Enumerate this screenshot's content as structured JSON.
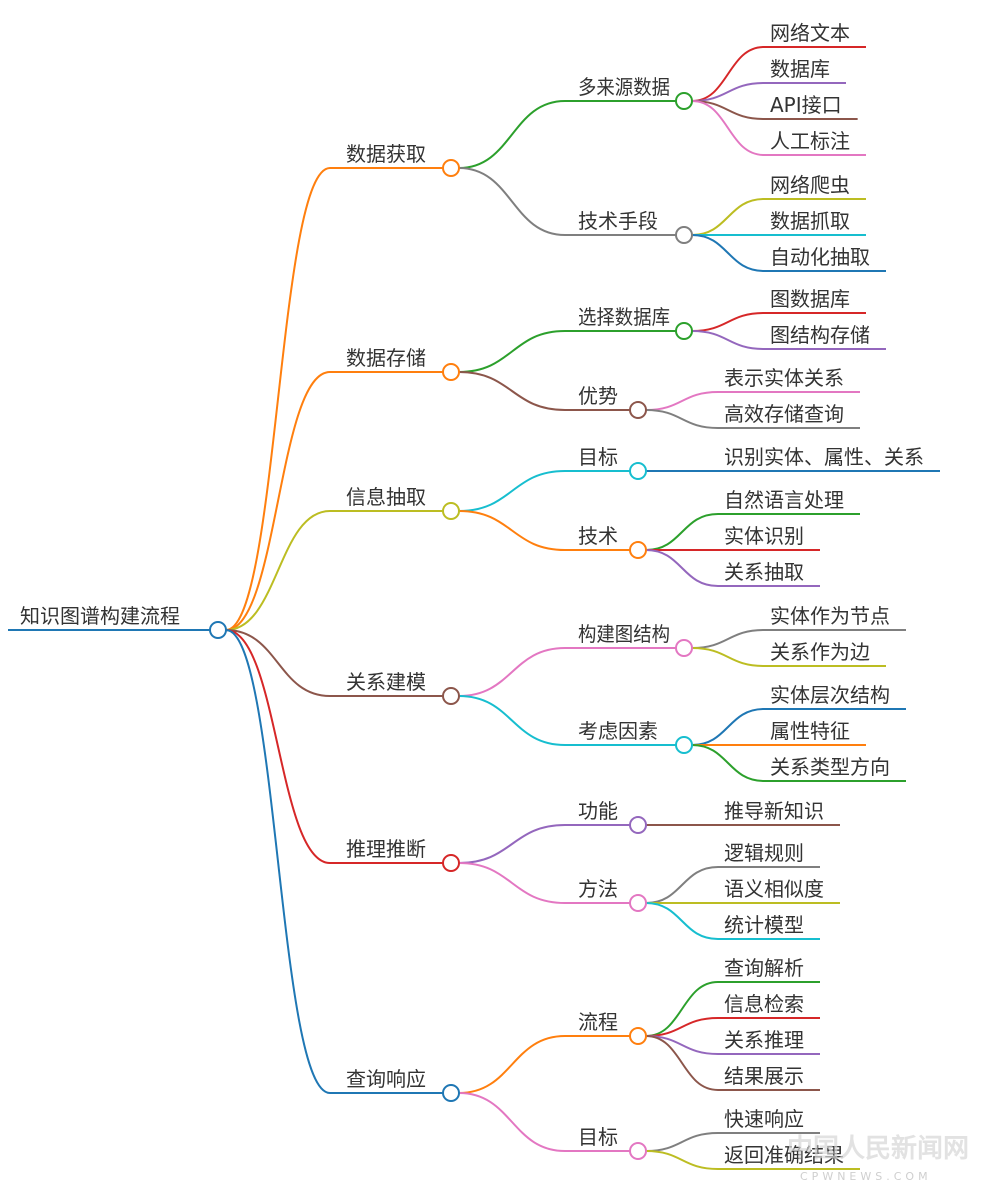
{
  "root": {
    "label": "知识图谱构建流程",
    "color": "#1f77b4"
  },
  "branches": [
    {
      "label": "数据获取",
      "color": "#ff7f0e",
      "children": [
        {
          "label": "多来源数据",
          "color": "#2ca02c",
          "leaves": [
            {
              "label": "网络文本",
              "color": "#d62728"
            },
            {
              "label": "数据库",
              "color": "#9467bd"
            },
            {
              "label": "API接口",
              "color": "#8c564b"
            },
            {
              "label": "人工标注",
              "color": "#e377c2"
            }
          ]
        },
        {
          "label": "技术手段",
          "color": "#7f7f7f",
          "leaves": [
            {
              "label": "网络爬虫",
              "color": "#bcbd22"
            },
            {
              "label": "数据抓取",
              "color": "#17becf"
            },
            {
              "label": "自动化抽取",
              "color": "#1f77b4"
            }
          ]
        }
      ]
    },
    {
      "label": "数据存储",
      "color": "#ff7f0e",
      "children": [
        {
          "label": "选择数据库",
          "color": "#2ca02c",
          "leaves": [
            {
              "label": "图数据库",
              "color": "#d62728"
            },
            {
              "label": "图结构存储",
              "color": "#9467bd"
            }
          ]
        },
        {
          "label": "优势",
          "color": "#8c564b",
          "leaves": [
            {
              "label": "表示实体关系",
              "color": "#e377c2"
            },
            {
              "label": "高效存储查询",
              "color": "#7f7f7f"
            }
          ]
        }
      ]
    },
    {
      "label": "信息抽取",
      "color": "#bcbd22",
      "children": [
        {
          "label": "目标",
          "color": "#17becf",
          "leaves": [
            {
              "label": "识别实体、属性、关系",
              "color": "#1f77b4"
            }
          ]
        },
        {
          "label": "技术",
          "color": "#ff7f0e",
          "leaves": [
            {
              "label": "自然语言处理",
              "color": "#2ca02c"
            },
            {
              "label": "实体识别",
              "color": "#d62728"
            },
            {
              "label": "关系抽取",
              "color": "#9467bd"
            }
          ]
        }
      ]
    },
    {
      "label": "关系建模",
      "color": "#8c564b",
      "children": [
        {
          "label": "构建图结构",
          "color": "#e377c2",
          "leaves": [
            {
              "label": "实体作为节点",
              "color": "#7f7f7f"
            },
            {
              "label": "关系作为边",
              "color": "#bcbd22"
            }
          ]
        },
        {
          "label": "考虑因素",
          "color": "#17becf",
          "leaves": [
            {
              "label": "实体层次结构",
              "color": "#1f77b4"
            },
            {
              "label": "属性特征",
              "color": "#ff7f0e"
            },
            {
              "label": "关系类型方向",
              "color": "#2ca02c"
            }
          ]
        }
      ]
    },
    {
      "label": "推理推断",
      "color": "#d62728",
      "children": [
        {
          "label": "功能",
          "color": "#9467bd",
          "leaves": [
            {
              "label": "推导新知识",
              "color": "#8c564b"
            }
          ]
        },
        {
          "label": "方法",
          "color": "#e377c2",
          "leaves": [
            {
              "label": "逻辑规则",
              "color": "#7f7f7f"
            },
            {
              "label": "语义相似度",
              "color": "#bcbd22"
            },
            {
              "label": "统计模型",
              "color": "#17becf"
            }
          ]
        }
      ]
    },
    {
      "label": "查询响应",
      "color": "#1f77b4",
      "children": [
        {
          "label": "流程",
          "color": "#ff7f0e",
          "leaves": [
            {
              "label": "查询解析",
              "color": "#2ca02c"
            },
            {
              "label": "信息检索",
              "color": "#d62728"
            },
            {
              "label": "关系推理",
              "color": "#9467bd"
            },
            {
              "label": "结果展示",
              "color": "#8c564b"
            }
          ]
        },
        {
          "label": "目标",
          "color": "#e377c2",
          "leaves": [
            {
              "label": "快速响应",
              "color": "#7f7f7f"
            },
            {
              "label": "返回准确结果",
              "color": "#bcbd22"
            }
          ]
        }
      ]
    }
  ],
  "watermark": {
    "text": "中国人民新闻网",
    "subtext": "CPWNEWS.COM"
  }
}
